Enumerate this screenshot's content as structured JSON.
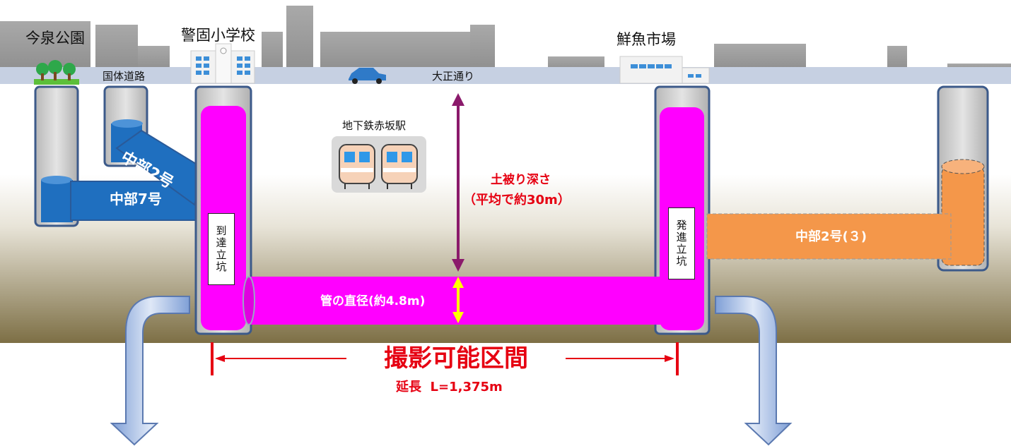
{
  "places": {
    "imaizumi_park": "今泉公園",
    "keigo_school": "警固小学校",
    "fish_market": "鮮魚市場",
    "kokutai_road": "国体道路",
    "taisho_street": "大正通り"
  },
  "subway": {
    "label": "地下鉄赤坂駅"
  },
  "pipes": {
    "chubu2": "中部2号",
    "chubu7": "中部7号",
    "chubu2_3": "中部2号(３)"
  },
  "shafts": {
    "arrival": "到達立坑",
    "departure": "発進立坑"
  },
  "depth": {
    "title": "土被り深さ",
    "note": "（平均で約30m）"
  },
  "diameter": {
    "label": "管の直径(約4.8m)"
  },
  "section": {
    "title": "撮影可能区間",
    "length": "延長  L=1,375m"
  },
  "colors": {
    "magenta": "#ff00ff",
    "blue": "#1f6fbf",
    "orange": "#f4974a",
    "red": "#e60012",
    "purple": "#8b1a6b",
    "yellow": "#ffff00"
  }
}
